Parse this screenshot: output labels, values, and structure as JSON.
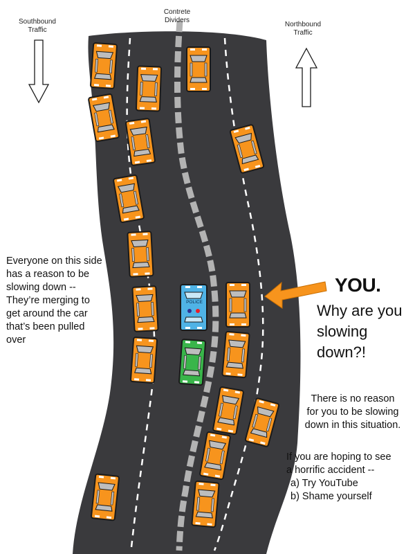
{
  "labels": {
    "southbound": "Southbound\nTraffic",
    "dividers": "Contrete\nDividers",
    "northbound": "Northbound\nTraffic"
  },
  "left_note": "Everyone on this side\nhas a reason to be\nslowing down  --\nThey’re merging to\nget around the car\nthat’s been pulled\nover",
  "you": {
    "title": "YOU.",
    "question": "Why are you\nslowing\ndown?!"
  },
  "no_reason": "There is no reason\nfor you to be slowing\ndown in this situation.",
  "hoping": {
    "intro": "If you are hoping to see\na horrific accident --",
    "option_a": "a) Try YouTube",
    "option_b": "b) Shame yourself"
  },
  "police_text": "POLICE",
  "colors": {
    "road": "#3a3a3d",
    "car_orange": "#f7941d",
    "car_outline": "#1a1a1a",
    "police_blue": "#4fb3e6",
    "green_car": "#39b54a",
    "arrow_orange": "#f7941d",
    "divider_gray": "#b3b3b3"
  },
  "icons": [
    "down-arrow-icon",
    "up-arrow-icon",
    "pointer-arrow-icon"
  ]
}
